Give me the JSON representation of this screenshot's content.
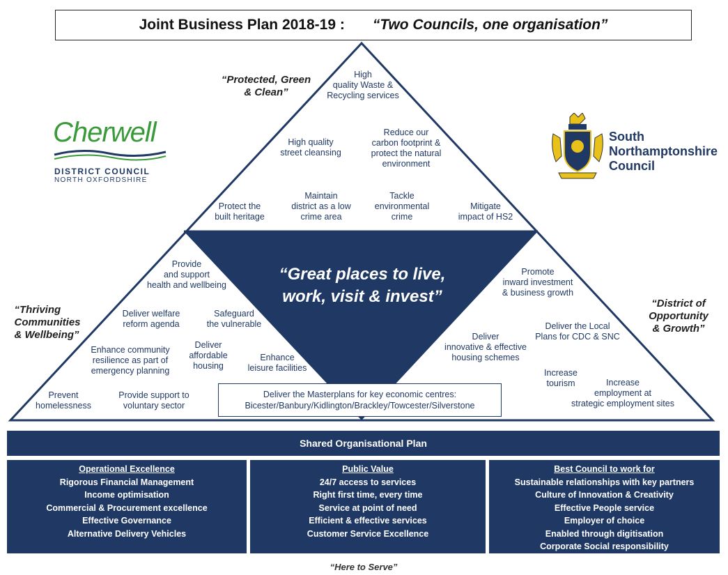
{
  "title": {
    "main": "Joint Business Plan 2018-19 :",
    "tagline": "“Two Councils, one organisation”"
  },
  "colors": {
    "navy": "#1f3864",
    "green": "#3a9a3a",
    "gold": "#e8c21a"
  },
  "logos": {
    "cherwell": {
      "name": "Cherwell",
      "line1": "DISTRICT COUNCIL",
      "line2": "NORTH OXFORDSHIRE"
    },
    "snc": {
      "line1": "South",
      "line2": "Northamptonshire",
      "line3": "Council"
    }
  },
  "themes": {
    "top": [
      "“Protected, Green",
      "& Clean”"
    ],
    "left": [
      "“Thriving",
      "Communities",
      "& Wellbeing”"
    ],
    "right": [
      "“District of",
      "Opportunity",
      "& Growth”"
    ],
    "center": [
      "“Great places to live,",
      "work, visit & invest”"
    ]
  },
  "top_items": [
    [
      "High",
      "quality Waste &",
      "Recycling services"
    ],
    [
      "High quality",
      "street cleansing"
    ],
    [
      "Reduce our",
      "carbon footprint &",
      "protect the natural",
      "environment"
    ],
    [
      "Protect the",
      "built heritage"
    ],
    [
      "Maintain",
      "district as a low",
      "crime area"
    ],
    [
      "Tackle",
      "environmental",
      "crime"
    ],
    [
      "Mitigate",
      "impact of HS2"
    ]
  ],
  "left_items": [
    [
      "Provide",
      "and support",
      "health and wellbeing"
    ],
    [
      "Deliver welfare",
      "reform agenda"
    ],
    [
      "Safeguard",
      "the vulnerable"
    ],
    [
      "Enhance community",
      "resilience as part of",
      "emergency planning"
    ],
    [
      "Deliver",
      "affordable",
      "housing"
    ],
    [
      "Enhance",
      "leisure facilities"
    ],
    [
      "Prevent",
      "homelessness"
    ],
    [
      "Provide support to",
      "voluntary sector"
    ]
  ],
  "right_items": [
    [
      "Promote",
      "inward investment",
      "& business growth"
    ],
    [
      "Deliver",
      "innovative & effective",
      "housing schemes"
    ],
    [
      "Deliver the Local",
      "Plans for CDC & SNC"
    ],
    [
      "Increase",
      "tourism"
    ],
    [
      "Increase",
      "employment at",
      "strategic employment sites"
    ]
  ],
  "masterplans": [
    "Deliver the Masterplans for key economic centres:",
    "Bicester/Banbury/Kidlington/Brackley/Towcester/Silverstone"
  ],
  "shared_plan": "Shared Organisational Plan",
  "columns": [
    {
      "heading": "Operational Excellence",
      "items": [
        "Rigorous Financial Management",
        "Income optimisation",
        "Commercial & Procurement excellence",
        "Effective Governance",
        "Alternative Delivery Vehicles"
      ]
    },
    {
      "heading": "Public Value",
      "items": [
        "24/7 access to services",
        "Right  first time, every time",
        "Service at point of need",
        "Efficient & effective services",
        "Customer Service Excellence"
      ]
    },
    {
      "heading": "Best  Council to work for",
      "items": [
        "Sustainable relationships with key partners",
        "Culture of Innovation & Creativity",
        "Effective People service",
        "Employer of choice",
        "Enabled through digitisation",
        "Corporate Social responsibility"
      ]
    }
  ],
  "footer": "“Here to Serve”"
}
